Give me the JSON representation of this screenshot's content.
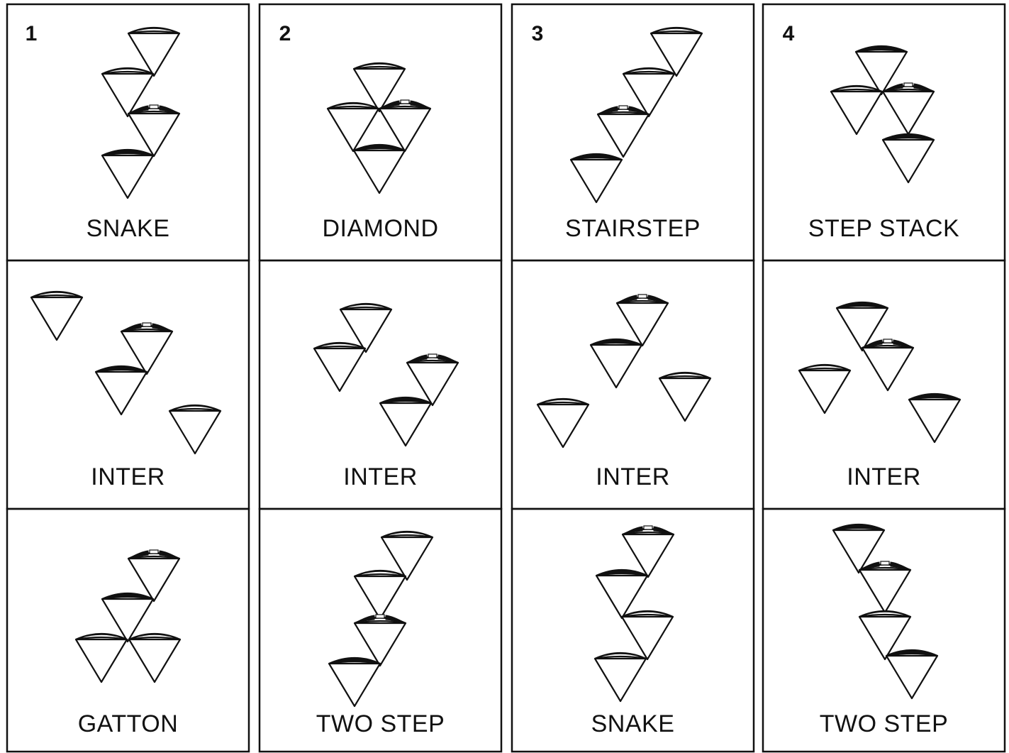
{
  "panels": [
    {
      "row": 0,
      "col": 0,
      "number": "1",
      "label": "SNAKE",
      "cones": [
        [
          217,
          47,
          "white"
        ],
        [
          180,
          104,
          "white"
        ],
        [
          217,
          160,
          "stripe"
        ],
        [
          180,
          219,
          "black"
        ]
      ]
    },
    {
      "row": 0,
      "col": 1,
      "number": "2",
      "label": "DIAMOND",
      "cones": [
        [
          535,
          97,
          "white"
        ],
        [
          498,
          153,
          "white"
        ],
        [
          571,
          153,
          "stripe"
        ],
        [
          535,
          212,
          "black"
        ]
      ]
    },
    {
      "row": 0,
      "col": 2,
      "number": "3",
      "label": "STAIRSTEP",
      "cones": [
        [
          954,
          47,
          "white"
        ],
        [
          915,
          104,
          "white"
        ],
        [
          879,
          161,
          "stripe"
        ],
        [
          841,
          225,
          "black"
        ]
      ]
    },
    {
      "row": 0,
      "col": 3,
      "number": "4",
      "label": "STEP STACK",
      "cones": [
        [
          1243,
          73,
          "black"
        ],
        [
          1208,
          129,
          "white"
        ],
        [
          1281,
          129,
          "stripe"
        ],
        [
          1281,
          197,
          "black"
        ]
      ]
    },
    {
      "row": 1,
      "col": 0,
      "number": "",
      "label": "INTER",
      "cones": [
        [
          80,
          419,
          "white"
        ],
        [
          207,
          467,
          "stripe"
        ],
        [
          171,
          524,
          "black"
        ],
        [
          275,
          579,
          "white"
        ]
      ]
    },
    {
      "row": 1,
      "col": 1,
      "number": "",
      "label": "INTER",
      "cones": [
        [
          516,
          436,
          "white"
        ],
        [
          479,
          491,
          "white"
        ],
        [
          610,
          511,
          "stripe"
        ],
        [
          572,
          568,
          "black"
        ]
      ]
    },
    {
      "row": 1,
      "col": 2,
      "number": "",
      "label": "INTER",
      "cones": [
        [
          906,
          427,
          "stripe"
        ],
        [
          869,
          486,
          "black"
        ],
        [
          966,
          533,
          "white"
        ],
        [
          794,
          570,
          "white"
        ]
      ]
    },
    {
      "row": 1,
      "col": 3,
      "number": "",
      "label": "INTER",
      "cones": [
        [
          1216,
          434,
          "black"
        ],
        [
          1252,
          490,
          "stripe"
        ],
        [
          1163,
          522,
          "white"
        ],
        [
          1318,
          563,
          "black"
        ]
      ]
    },
    {
      "row": 2,
      "col": 0,
      "number": "",
      "label": "GATTON",
      "cones": [
        [
          217,
          787,
          "stripe"
        ],
        [
          180,
          844,
          "black"
        ],
        [
          143,
          901,
          "white"
        ],
        [
          218,
          901,
          "white"
        ]
      ]
    },
    {
      "row": 2,
      "col": 1,
      "number": "",
      "label": "TWO STEP",
      "cones": [
        [
          574,
          757,
          "white"
        ],
        [
          536,
          812,
          "white"
        ],
        [
          536,
          878,
          "stripe"
        ],
        [
          500,
          935,
          "black"
        ]
      ]
    },
    {
      "row": 2,
      "col": 2,
      "number": "",
      "label": "SNAKE",
      "cones": [
        [
          914,
          753,
          "stripe"
        ],
        [
          877,
          811,
          "black"
        ],
        [
          913,
          869,
          "white"
        ],
        [
          875,
          928,
          "white"
        ]
      ]
    },
    {
      "row": 2,
      "col": 3,
      "number": "",
      "label": "TWO STEP",
      "cones": [
        [
          1211,
          747,
          "black"
        ],
        [
          1248,
          803,
          "stripe"
        ],
        [
          1248,
          869,
          "white"
        ],
        [
          1286,
          924,
          "black"
        ]
      ]
    }
  ]
}
